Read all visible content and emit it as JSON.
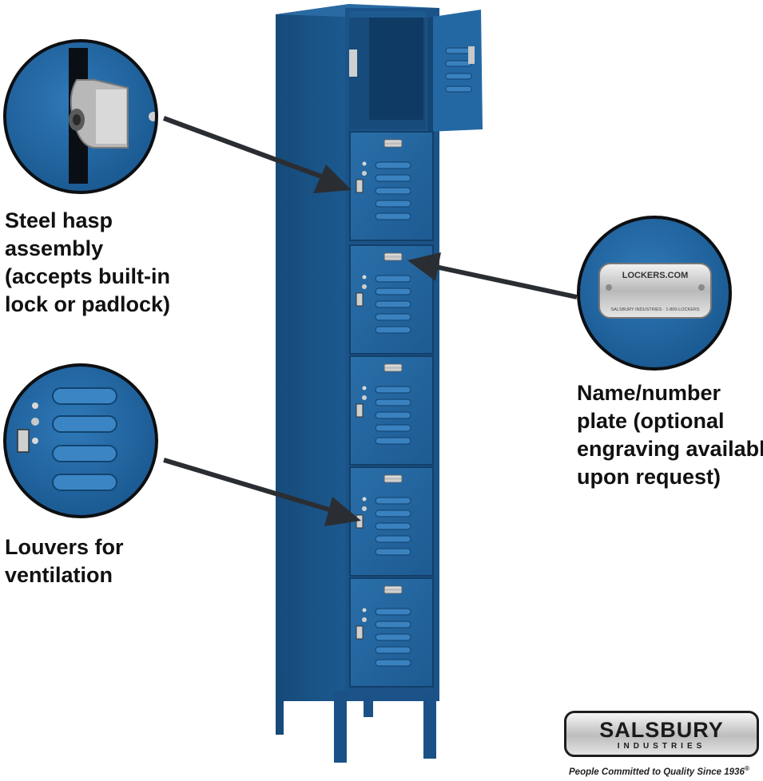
{
  "callouts": {
    "hasp": {
      "lines": [
        "Steel hasp",
        "assembly",
        "(accepts built-in",
        "lock or padlock)"
      ]
    },
    "nameplate": {
      "lines": [
        "Name/number",
        "plate (optional",
        "engraving available",
        "upon request)"
      ],
      "plate_top_text": "LOCKERS.COM",
      "plate_bottom_text": "SALSBURY INDUSTRIES · 1-800-LOCKERS"
    },
    "louvers": {
      "lines": [
        "Louvers for",
        "ventilation"
      ]
    }
  },
  "brand": {
    "name": "SALSBURY",
    "subtitle": "INDUSTRIES",
    "tagline": "People Committed to Quality Since 1936",
    "tagline_mark": "®"
  },
  "colors": {
    "locker_blue": "#1f5e96",
    "locker_dark": "#123f68",
    "locker_light": "#3478b0",
    "text": "#111111"
  },
  "locker": {
    "tiers": 6,
    "open_tier": 1
  }
}
